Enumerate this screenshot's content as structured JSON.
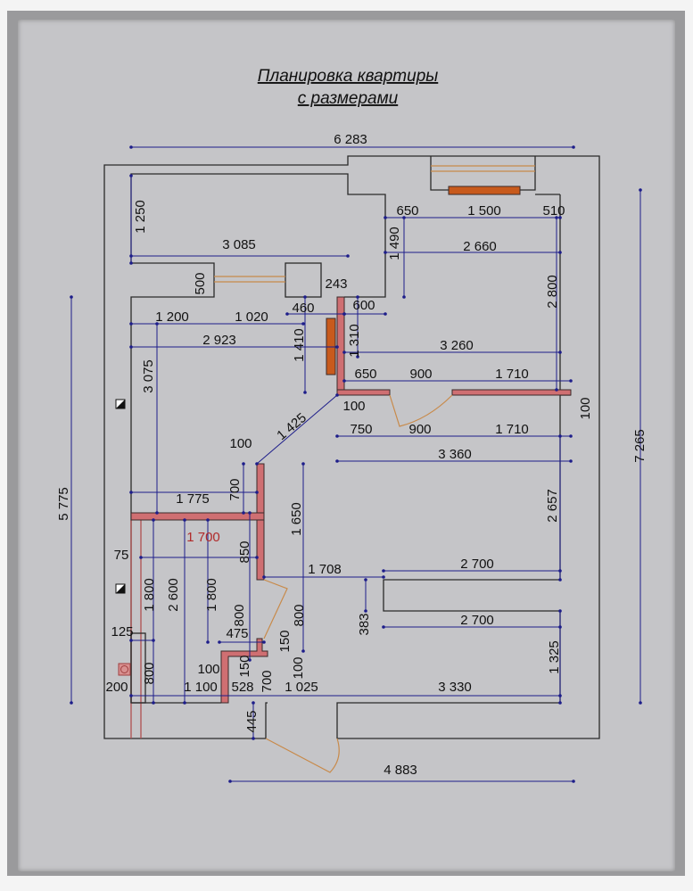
{
  "title": {
    "line1": "Планировка квартиры",
    "line2": "с размерами"
  },
  "colors": {
    "wall": "#2a2a2a",
    "dimension": "#1d1d8a",
    "partition": "#cf6f72",
    "radiator": "#c85a1c",
    "door": "#c88a4a"
  },
  "dims": [
    "6 283",
    "1 250",
    "3 085",
    "500",
    "243",
    "650",
    "1 500",
    "510",
    "1 490",
    "2 660",
    "2 800",
    "1 200",
    "1 020",
    "460",
    "600",
    "2 923",
    "1 410",
    "1 310",
    "3 260",
    "650",
    "900",
    "1 710",
    "100",
    "100",
    "1 425",
    "750",
    "900",
    "1 710",
    "3 360",
    "3 075",
    "100",
    "700",
    "1 775",
    "2 657",
    "1 650",
    "1 700",
    "850",
    "75",
    "1 800",
    "1 800",
    "2 600",
    "800",
    "800",
    "1 708",
    "2 700",
    "383",
    "2 700",
    "125",
    "475",
    "150",
    "150",
    "100",
    "800",
    "1 325",
    "100",
    "200",
    "1 100",
    "528",
    "700",
    "1 025",
    "3 330",
    "445",
    "4 883",
    "5 775",
    "7 265"
  ]
}
